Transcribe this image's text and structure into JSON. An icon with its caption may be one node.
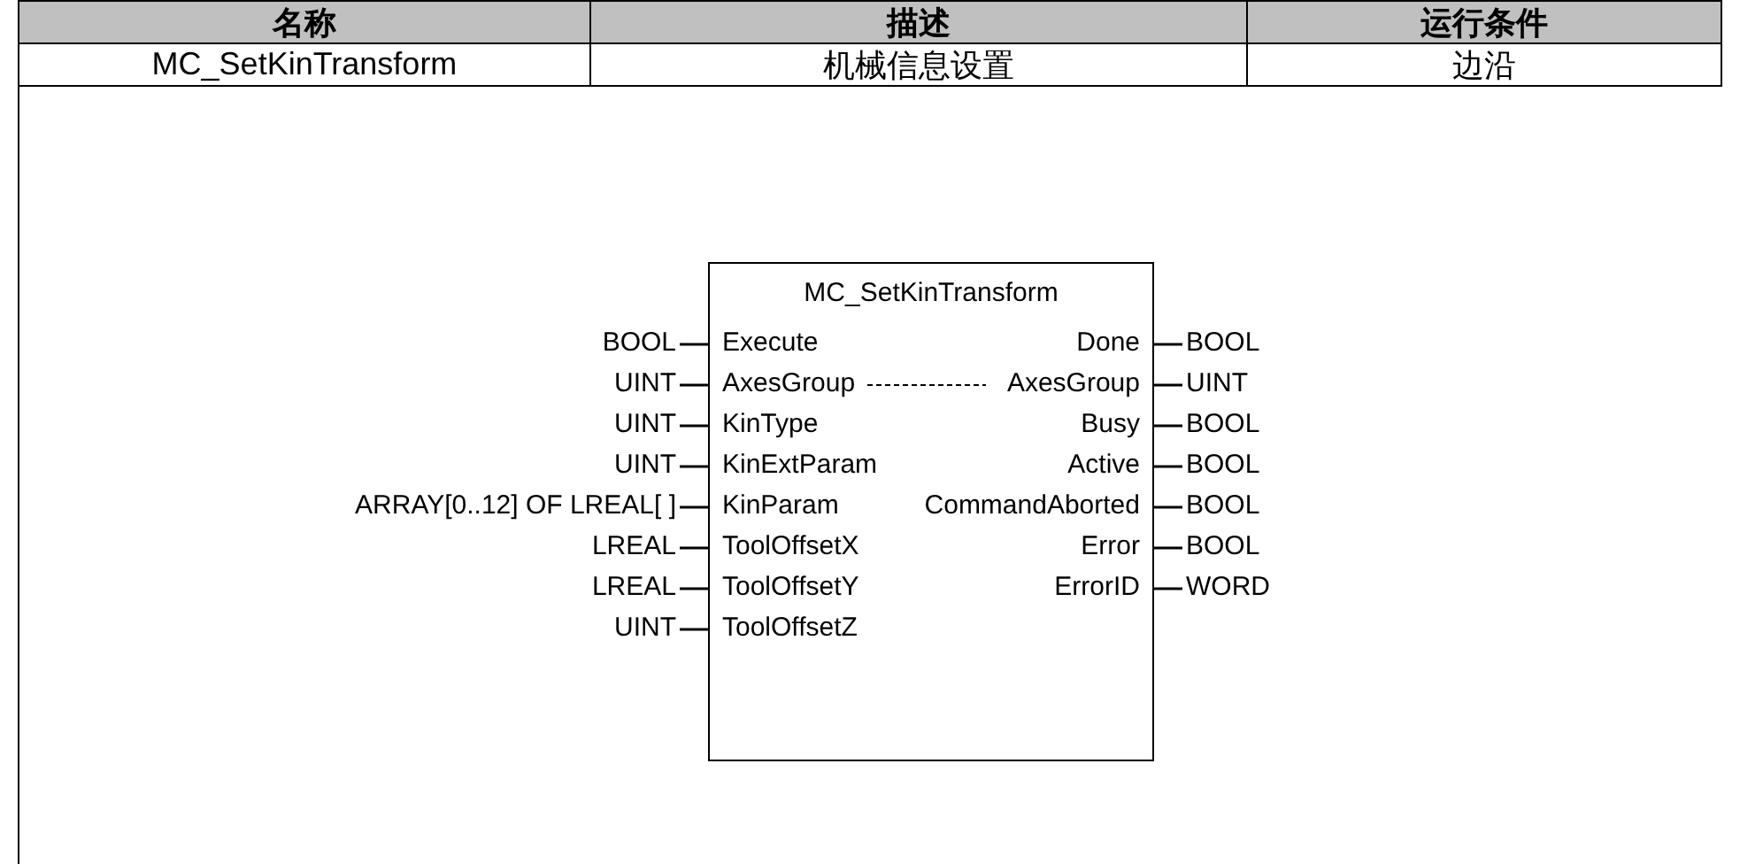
{
  "diagram": {
    "nodes": [
      {
        "text": [
          "MC_SetKinTransform"
        ]
      }
    ],
    "labels": [
      "名称",
      "描述",
      "运行条件",
      "MC_SetKinTransform",
      "机械信息设置",
      "边沿",
      "BOOL",
      "Execute",
      "Done",
      "BOOL",
      "UINT",
      "AxesGroup",
      "AxesGroup",
      "UINT",
      "UINT",
      "KinType",
      "Busy",
      "BOOL",
      "UINT",
      "KinExtParam",
      "Active",
      "BOOL",
      "ARRAY[0..12] OF LREAL[ ]",
      "KinParam",
      "CommandAborted",
      "BOOL",
      "LREAL",
      "ToolOffsetX",
      "Error",
      "BOOL",
      "LREAL",
      "ToolOffsetY",
      "ErrorID",
      "WORD",
      "UINT",
      "ToolOffsetZ"
    ]
  }
}
